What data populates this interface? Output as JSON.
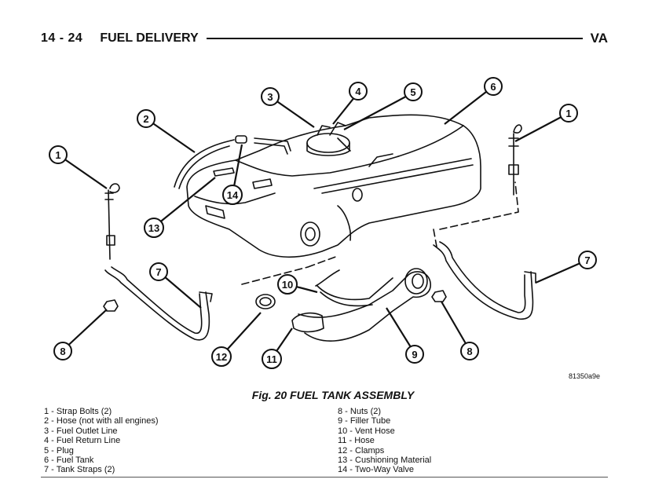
{
  "header": {
    "page": "14 - 24",
    "section": "FUEL DELIVERY",
    "code": "VA"
  },
  "figure": {
    "id": "81350a9e",
    "caption": "Fig. 20 FUEL TANK ASSEMBLY",
    "callouts": [
      "1",
      "2",
      "3",
      "4",
      "5",
      "6",
      "1",
      "7",
      "7",
      "8",
      "8",
      "9",
      "10",
      "11",
      "12",
      "13",
      "14"
    ]
  },
  "legend": {
    "left": [
      "1 - Strap Bolts (2)",
      "2 - Hose (not with all engines)",
      "3 - Fuel Outlet Line",
      "4 - Fuel Return Line",
      "5 - Plug",
      "6 - Fuel Tank",
      "7 - Tank Straps (2)"
    ],
    "right": [
      "8 - Nuts (2)",
      "9 - Filler Tube",
      "10 - Vent Hose",
      "11 - Hose",
      "12 - Clamps",
      "13 - Cushioning Material",
      "14 - Two-Way Valve"
    ]
  }
}
